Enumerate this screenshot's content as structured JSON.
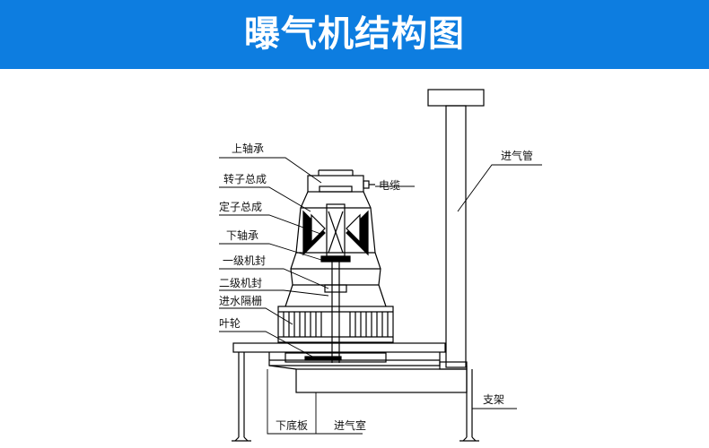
{
  "title": "曝气机结构图",
  "colors": {
    "banner": "#0d7de0",
    "title_text": "#ffffff",
    "line": "#000000"
  },
  "labels": {
    "upper_bearing": "上轴承",
    "rotor": "转子总成",
    "stator": "定子总成",
    "lower_bearing": "下轴承",
    "seal1": "一级机封",
    "seal2": "二级机封",
    "water_grille": "进水隔栅",
    "impeller": "叶轮",
    "cable": "电缆",
    "air_pipe": "进气管",
    "bracket": "支架",
    "bottom_plate": "下底板",
    "air_chamber": "进气室"
  }
}
